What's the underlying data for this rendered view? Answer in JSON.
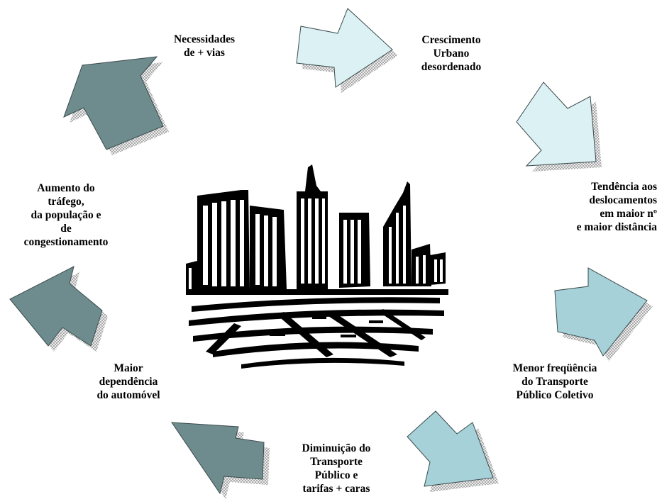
{
  "colors": {
    "arrow_light": "#DCF1F3",
    "arrow_medium": "#A6D1D8",
    "arrow_dark": "#6E8C8D",
    "arrow_outline": "#3A4A4C",
    "hatch": "#9A9A9A",
    "city": "#000000"
  },
  "icons": {
    "center": "city-skyline-icon"
  },
  "steps": [
    {
      "id": "crescimento",
      "lines": [
        "Crescimento",
        "Urbano",
        "desordenado"
      ]
    },
    {
      "id": "tendencia",
      "lines": [
        "Tendência aos",
        "deslocamentos",
        "em maior nº",
        "e maior distância"
      ]
    },
    {
      "id": "menor-frequencia",
      "lines": [
        "Menor freqüência",
        "do Transporte",
        "Público Coletivo"
      ]
    },
    {
      "id": "diminuicao",
      "lines": [
        "Diminuição do",
        "Transporte",
        "Público e",
        "tarifas + caras"
      ]
    },
    {
      "id": "dependencia",
      "lines": [
        "Maior",
        "dependência",
        "do automóvel"
      ]
    },
    {
      "id": "aumento",
      "lines": [
        "Aumento do",
        "tráfego,",
        "da  população e",
        "de",
        "congestionamento"
      ]
    },
    {
      "id": "necessidades",
      "lines": [
        "Necessidades",
        "de + vias"
      ]
    }
  ]
}
